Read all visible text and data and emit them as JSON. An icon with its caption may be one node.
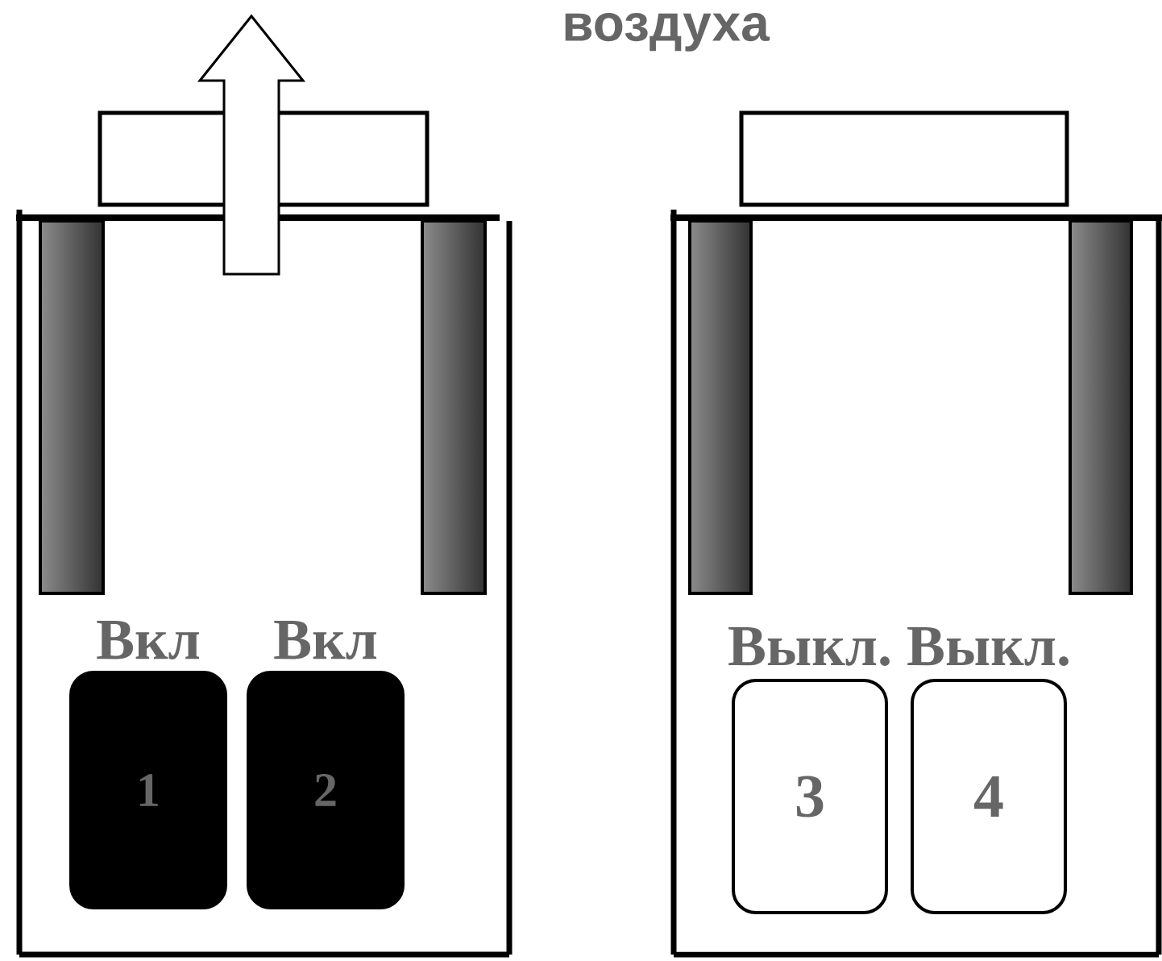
{
  "diagram": {
    "title": "воздуха",
    "nodes": [
      {
        "text": [
          "1"
        ],
        "beside": [
          "Вкл"
        ]
      },
      {
        "text": [
          "2"
        ],
        "beside": [
          "Вкл"
        ]
      },
      {
        "text": [
          "3"
        ],
        "beside": [
          "Выкл."
        ]
      },
      {
        "text": [
          "4"
        ],
        "beside": [
          "Выкл."
        ]
      }
    ]
  }
}
